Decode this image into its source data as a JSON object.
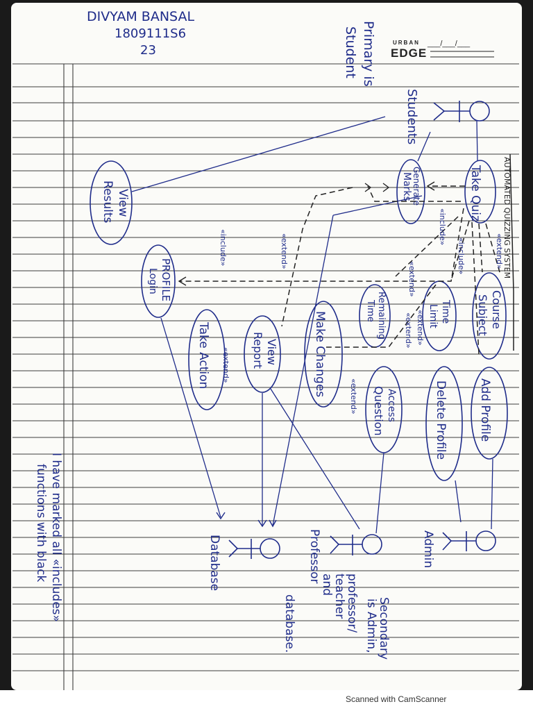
{
  "header": {
    "name": "DIVYAM BANSAL",
    "roll_number": "1809111S6",
    "number": "23",
    "brand_small": "URBAN",
    "brand_large": "EDGE",
    "date_blanks": "___/___/___"
  },
  "notes": {
    "primary": [
      "Primary is",
      "Student"
    ],
    "secondary": [
      "Secondary",
      "is Admin,",
      "professor/",
      "teacher",
      "and",
      "database."
    ],
    "black_marking": [
      "I have marked all «includes»",
      "functions with black"
    ]
  },
  "system_boundary_label": "AUTOMATED QUIZZING SYSTEM",
  "actors": {
    "students": "Students",
    "database": "Database",
    "professor": "Professor",
    "admin": "Admin"
  },
  "use_cases": {
    "take_quiz": "Take Quiz",
    "generate_marks": [
      "Generate",
      "Marks"
    ],
    "view_results": [
      "View",
      "Results"
    ],
    "profile_login": [
      "PROFILE",
      "Login"
    ],
    "remaining_time": [
      "Remaining",
      "Time"
    ],
    "time_limit": [
      "Time",
      "Limit"
    ],
    "course_subject": [
      "Course",
      "Subject"
    ],
    "take_action": "Take Action",
    "view_report": [
      "View",
      "Report"
    ],
    "make_changes": "Make Changes",
    "access_question": [
      "Access",
      "Question"
    ],
    "delete_profile": "Delete Profile",
    "add_profile": "Add Profile"
  },
  "relationship_labels": {
    "include_1": "«include»",
    "include_2": "«include»",
    "include_3": "«include»",
    "extend_1": "«extend»",
    "extend_2": "«extend»",
    "extend_3": "«extend»",
    "extend_4": "«extend»",
    "extend_5": "«extend»",
    "extend_6": "«extend»",
    "extend_7": "«extend»"
  },
  "footer": "Scanned with CamScanner",
  "colors": {
    "ink_blue": "#1f2c8a",
    "ink_black": "#222222",
    "rule_line": "#3c3c3c",
    "paper": "#fbfbf8"
  }
}
